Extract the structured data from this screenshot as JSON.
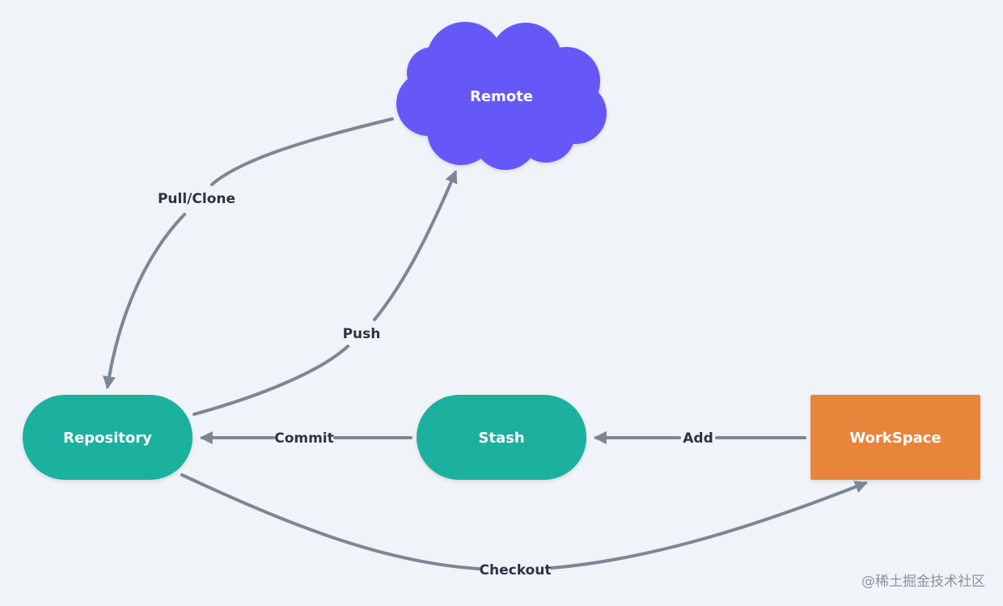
{
  "nodes": {
    "remote": {
      "label": "Remote"
    },
    "repository": {
      "label": "Repository"
    },
    "stash": {
      "label": "Stash"
    },
    "workspace": {
      "label": "WorkSpace"
    }
  },
  "edges": {
    "pull_clone": {
      "label": "Pull/Clone"
    },
    "push": {
      "label": "Push"
    },
    "commit": {
      "label": "Commit"
    },
    "add": {
      "label": "Add"
    },
    "checkout": {
      "label": "Checkout"
    }
  },
  "watermark": "@稀土掘金技术社区",
  "colors": {
    "background": "#f0f3f7",
    "remote": "#6658f8",
    "repository": "#1bb09f",
    "stash": "#1bb09f",
    "workspace": "#e8853b",
    "edge": "#7b8794",
    "edge_label": "#2b3445",
    "node_text": "#ffffff"
  }
}
